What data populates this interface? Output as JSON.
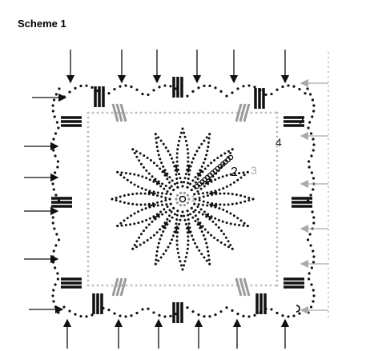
{
  "title": "Scheme 1",
  "rounds": [
    {
      "label": "1",
      "color": "#8a8a8a"
    },
    {
      "label": "2",
      "color": "#111111"
    },
    {
      "label": "3",
      "color": "#aaaaaa"
    },
    {
      "label": "4",
      "color": "#222222"
    }
  ],
  "colors": {
    "dark": "#111111",
    "gray": "#9a9a9a",
    "light": "#bdbdbd"
  },
  "icons": [
    "arrow-icon",
    "slip-stitch-icon",
    "chain-stitch-icon",
    "double-crochet-icon"
  ]
}
